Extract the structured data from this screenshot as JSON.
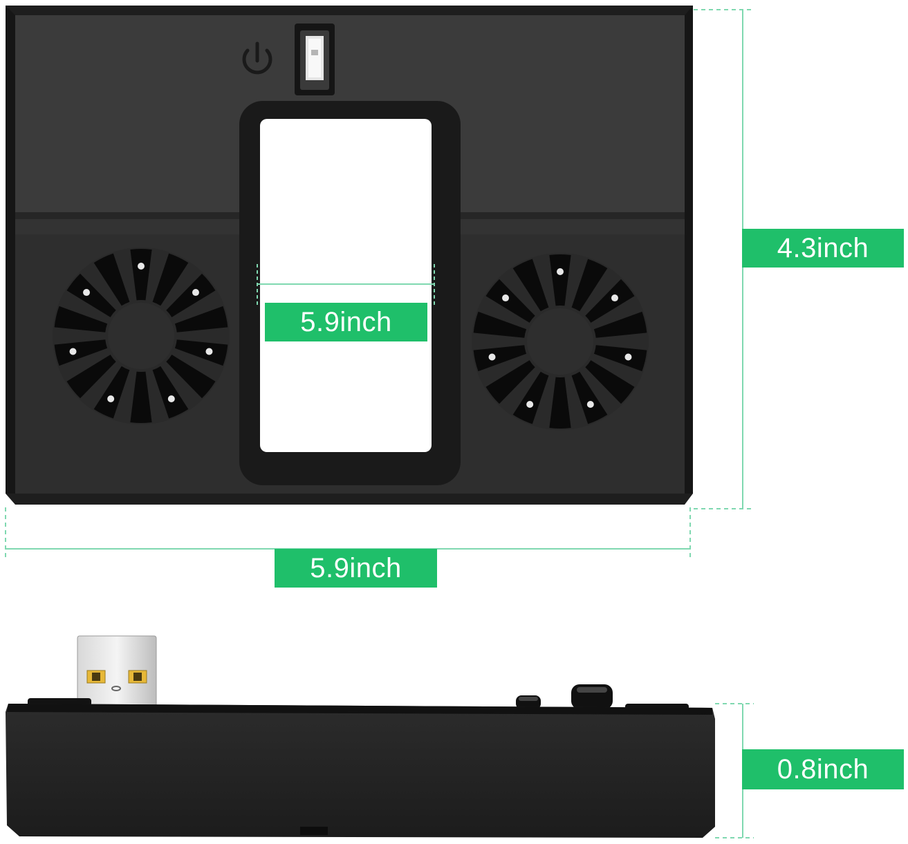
{
  "colors": {
    "accent": "#1fbf6a",
    "guide_line": "#7fd8b0",
    "device_body": "#2d2d2d",
    "device_dark": "#1a1a1a",
    "background": "#ffffff"
  },
  "product": {
    "top_view": {
      "icons": [
        "power-icon",
        "usb-port-icon"
      ],
      "fan_count": 2
    },
    "side_view": {
      "icons": [
        "usb-plug-icon",
        "switch-knob-icon"
      ]
    }
  },
  "dimensions": {
    "width_label": "5.9inch",
    "inner_width_label": "5.9inch",
    "height_label": "4.3inch",
    "thickness_label": "0.8inch"
  }
}
